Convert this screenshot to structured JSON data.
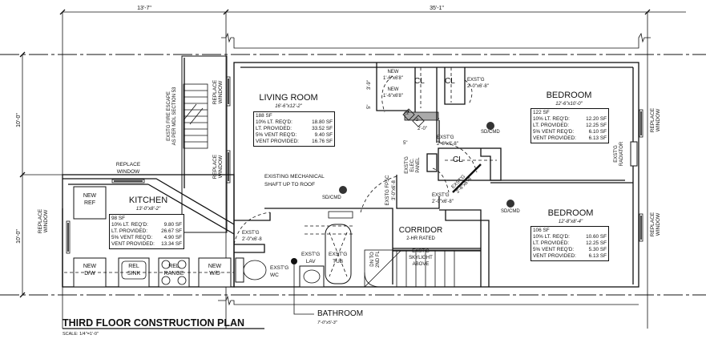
{
  "plan": {
    "title": "THIRD FLOOR CONSTRUCTION PLAN",
    "scale": "SCALE: 1/4\"=1'-0\""
  },
  "dimensions": {
    "top_left": "13'-7\"",
    "top_right": "35'-1\"",
    "left_upper": "10'-0\"",
    "left_lower": "10'-0\"",
    "door_width": "2'-0\"",
    "wall_5a": "5\"",
    "wall_5b": "5\"",
    "closet_height": "3'-9\""
  },
  "rooms": {
    "living": {
      "name": "LIVING ROOM",
      "size": "16'-6\"x12'-2\"",
      "area": "188 SF",
      "rows": [
        [
          "10% LT. REQ'D:",
          "18.80 SF"
        ],
        [
          "LT. PROVIDED:",
          "33.52 SF"
        ],
        [
          "5% VENT REQ'D:",
          "9.40 SF"
        ],
        [
          "VENT PROVIDED:",
          "16.76 SF"
        ]
      ]
    },
    "bedroom1": {
      "name": "BEDROOM",
      "size": "12'-6\"x10'-0\"",
      "area": "122 SF",
      "rows": [
        [
          "10% LT. REQ'D:",
          "12.20 SF"
        ],
        [
          "LT. PROVIDED:",
          "12.25 SF"
        ],
        [
          "5% VENT REQ'D:",
          "6.10 SF"
        ],
        [
          "VENT PROVIDED:",
          "6.13 SF"
        ]
      ]
    },
    "kitchen": {
      "name": "KITCHEN",
      "size": "13'-0\"x8'-2\"",
      "area": "98 SF",
      "rows": [
        [
          "10% LT. REQ'D:",
          "9.80 SF"
        ],
        [
          "LT. PROVIDED:",
          "26.67 SF"
        ],
        [
          "5% VENT REQ'D:",
          "4.90 SF"
        ],
        [
          "VENT PROVIDED:",
          "13.34 SF"
        ]
      ]
    },
    "bedroom2": {
      "name": "BEDROOM",
      "size": "12'-8\"x8'-4\"",
      "area": "106 SF",
      "rows": [
        [
          "10% LT. REQ'D:",
          "10.60 SF"
        ],
        [
          "LT. PROVIDED:",
          "12.25 SF"
        ],
        [
          "5% VENT REQ'D:",
          "5.30 SF"
        ],
        [
          "VENT PROVIDED:",
          "6.13 SF"
        ]
      ]
    },
    "corridor": {
      "name": "CORRIDOR",
      "rating": "2-HR RATED"
    },
    "bathroom": {
      "name": "BATHROOM",
      "size": "7'-0\"x5'-3\""
    }
  },
  "labels": {
    "replace": "REPLACE",
    "window": "WINDOW",
    "new": "NEW",
    "ref": "REF",
    "dw": "D/W",
    "wd": "W/D",
    "rel": "REL",
    "sink": "SINK",
    "range": "RANGE",
    "exstg": "EXST'G",
    "wc": "WC",
    "lav": "LAV",
    "tub": "TUB",
    "cl": "CL",
    "sdcmd": "SD/CMD",
    "door_new_1": "1'-6\"x6'8\"",
    "door_new_2": "1'-6\"x6'8\"",
    "door_cl_right": "2'-0\"x6'-8\"",
    "door_bed1": "2'-8\"x6'-8\"",
    "door_bath": "2'-0\"x6'-8",
    "door_hall": "2'-0\"x6'-8\"",
    "door_cl_diag": "2'-6\"x6'-8",
    "fpsc_1": "EXSTG FPSC",
    "fpsc_2": "3'-0\"x6'-8",
    "elec_1": "EXST'G",
    "elec_2": "ELEC.",
    "elec_3": "PANEL",
    "radiator_1": "EXST'G",
    "radiator_2": "RADIATOR",
    "fire_escape_1": "EXSTG FIRE ESCAPE",
    "fire_escape_2": "AS PER MDL SECTION 53",
    "mech_1": "EXISTING MECHANICAL",
    "mech_2": "SHAFT UP TO ROOF",
    "skylight_1": "EXST'G",
    "skylight_2": "SKYLIGHT",
    "skylight_3": "ABOVE",
    "stair_1": "DN TO",
    "stair_2": "2ND FL",
    "tag": "2"
  }
}
